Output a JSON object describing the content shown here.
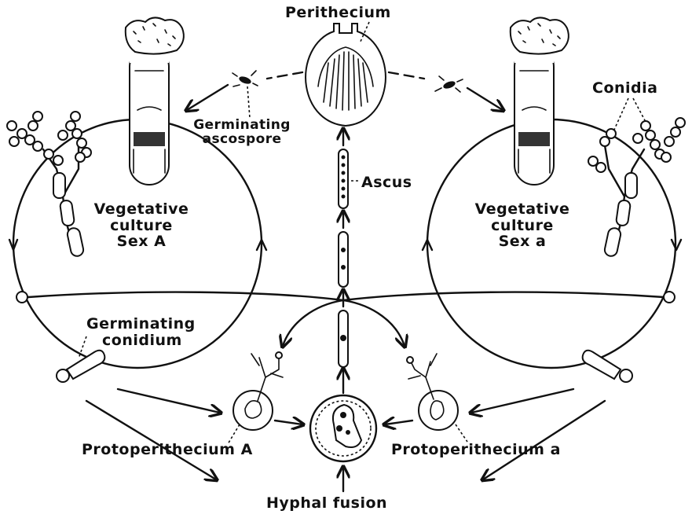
{
  "labels": {
    "perithecium": "Perithecium",
    "conidia": "Conidia",
    "germinating_ascospore_1": "Germinating",
    "germinating_ascospore_2": "ascospore",
    "ascus": "Ascus",
    "veg_a_1": "Vegetative",
    "veg_a_2": "culture",
    "veg_a_3": "Sex A",
    "veg_b_1": "Vegetative",
    "veg_b_2": "culture",
    "veg_b_3": "Sex a",
    "germinating_conidium_1": "Germinating",
    "germinating_conidium_2": "conidium",
    "protoperithecium_a": "Protoperithecium A",
    "protoperithecium_b": "Protoperithecium a",
    "hyphal_fusion": "Hyphal fusion"
  }
}
